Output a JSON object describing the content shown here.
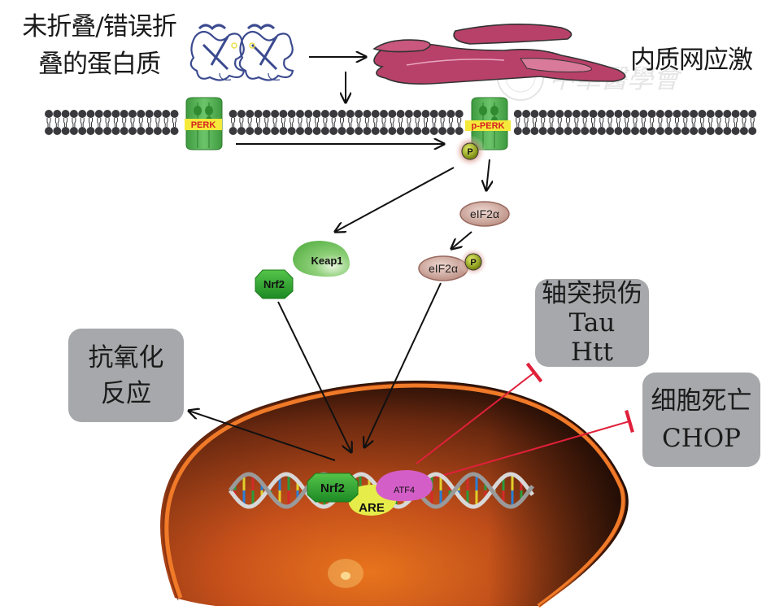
{
  "figure": {
    "title_left_lines": [
      "未折叠/错误折",
      "叠的蛋白质"
    ],
    "title_right": "内质网应激",
    "watermark_text": "中華醫學會"
  },
  "membrane": {
    "receptor_inactive": "PERK",
    "receptor_active": "p-PERK",
    "phospho_label": "P"
  },
  "cytoplasm": {
    "keap1": "Keap1",
    "nrf2": "Nrf2",
    "eif2a": "eIF2α",
    "eif2a_phospho": "eIF2α",
    "eif2a_phospho_badge": "P"
  },
  "nucleus": {
    "nrf2": "Nrf2",
    "are": "ARE",
    "atf4": "ATF4"
  },
  "outcomes": {
    "antioxidant": {
      "lines": [
        "抗氧化",
        "反应"
      ]
    },
    "axon": {
      "lines": [
        "轴突损伤",
        "Tau",
        "Htt"
      ]
    },
    "death": {
      "lines": [
        "细胞死亡",
        "CHOP"
      ]
    }
  },
  "colors": {
    "membrane": "#3a3a3e",
    "perk_green": "#4caf50",
    "perk_label_bg": "#f5e93a",
    "perk_label_text": "#d62020",
    "er_pink": "#b8416a",
    "protein_blue": "#3b4a8f",
    "eif2a_fill": "#d9b8b0",
    "keap1_green": "#7cc86a",
    "nrf2_green": "#2ea32e",
    "are_yellow": "#e6ec4a",
    "atf4_magenta": "#d45ec8",
    "inhibit_red": "#e0203a",
    "box_gray": "#a7a8ab",
    "nucleus_orange": "#c94d1a"
  }
}
